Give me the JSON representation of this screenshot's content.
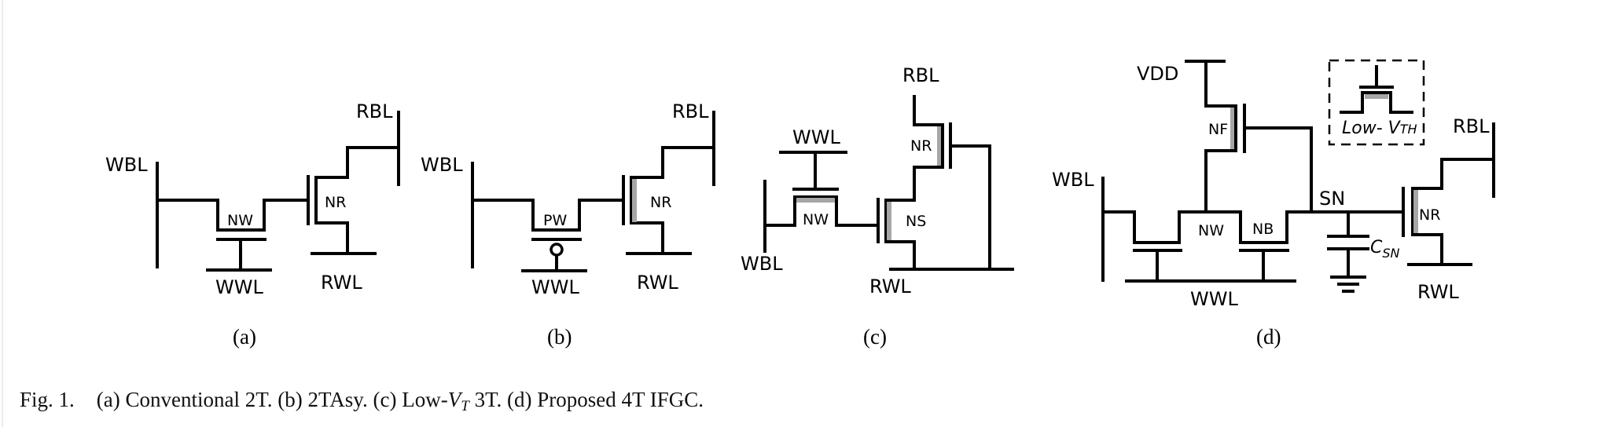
{
  "figure": {
    "panels": [
      {
        "id": "a",
        "subcaption": "(a)",
        "labels": {
          "wbl": "WBL",
          "rbl": "RBL",
          "wwl": "WWL",
          "rwl": "RWL",
          "write_tr": "NW",
          "read_tr": "NR"
        },
        "write_transistor_type": "nmos",
        "low_vth": []
      },
      {
        "id": "b",
        "subcaption": "(b)",
        "labels": {
          "wbl": "WBL",
          "rbl": "RBL",
          "wwl": "WWL",
          "rwl": "RWL",
          "write_tr": "PW",
          "read_tr": "NR"
        },
        "write_transistor_type": "pmos",
        "low_vth": [
          "NR"
        ]
      },
      {
        "id": "c",
        "subcaption": "(c)",
        "labels": {
          "wbl": "WBL",
          "rbl": "RBL",
          "wwl": "WWL",
          "rwl": "RWL",
          "write_tr": "NW",
          "read_tr": "NR",
          "sense_tr": "NS"
        },
        "low_vth": [
          "NW",
          "NR",
          "NS"
        ]
      },
      {
        "id": "d",
        "subcaption": "(d)",
        "labels": {
          "vdd": "VDD",
          "wbl": "WBL",
          "rbl": "RBL",
          "wwl": "WWL",
          "rwl": "RWL",
          "write_tr": "NW",
          "buffer_tr": "NB",
          "feedback_tr": "NF",
          "read_tr": "NR",
          "storage_node": "SN",
          "cap_main": "C",
          "cap_sub": "SN"
        },
        "low_vth": [
          "NF",
          "NR"
        ],
        "legend": {
          "text_main": "Low- V",
          "text_sub": "TH"
        }
      }
    ],
    "caption": {
      "prefix": "Fig. 1.",
      "parts": [
        "(a) Conventional 2T. (b) 2TAsy. (c) Low-",
        "V",
        "T",
        " 3T. (d) Proposed 4T IFGC."
      ]
    },
    "colors": {
      "wire": "#000000",
      "low_vth_highlight": "#a6a6a6",
      "background": "#ffffff"
    }
  }
}
